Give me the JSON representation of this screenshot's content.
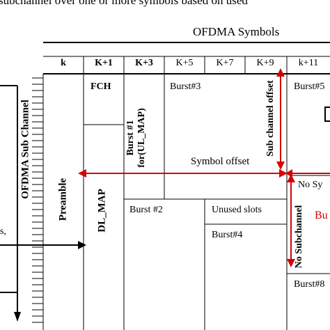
{
  "caption": "subchannel over one or more symbols based on used",
  "title": "OFDMA Symbols",
  "columns": [
    "k",
    "K+1",
    "K+3",
    "K+5",
    "K+7",
    "K+9",
    "k+11"
  ],
  "bold_columns": [
    "k",
    "K+1",
    "K+3"
  ],
  "left_axis_label": "OFDMA Sub Channel",
  "left_fragment": "s,",
  "blocks": {
    "preamble": "Preamble",
    "fch": "FCH",
    "dl_map": "DL_MAP",
    "burst1_line1": "Burst #1",
    "burst1_line2": "for(UL_MAP)",
    "burst3": "Burst#3",
    "burst5": "Burst#5",
    "burst2": "Burst #2",
    "unused": "Unused slots",
    "burst4": "Burst#4",
    "burst8": "Burst#8",
    "no_sy": "No Sy",
    "red_fragment": "Bu"
  },
  "annotations": {
    "symbol_offset": "Symbol offset",
    "subchannel_offset": "Sub channel offset",
    "no_subchannel": "No Subchannel"
  },
  "colors": {
    "arrow": "#d40000",
    "line": "#000000"
  }
}
